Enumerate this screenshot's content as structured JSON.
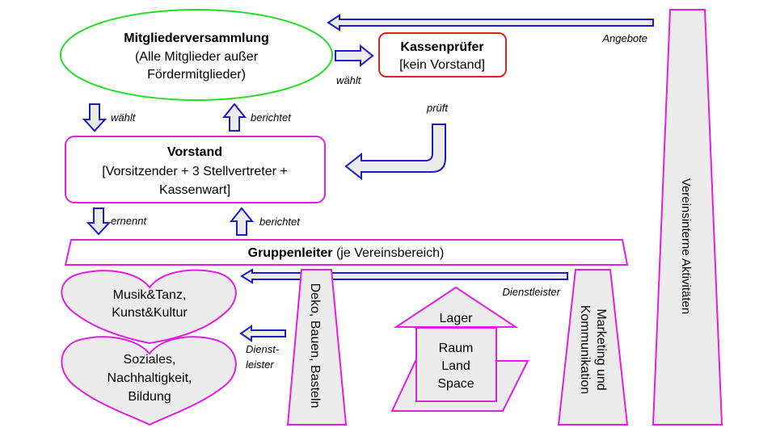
{
  "diagram": {
    "mitgliederversammlung": {
      "title": "Mitgliederversammlung",
      "line1": "(Alle Mitglieder außer",
      "line2": "Fördermitglieder)",
      "border_color": "#22dd22"
    },
    "kassenpruefer": {
      "title": "Kassenprüfer",
      "subtitle": "[kein Vorstand]",
      "border_color": "#dd2222"
    },
    "vorstand": {
      "title": "Vorstand",
      "line1": "[Vorsitzender + 3 Stellvertreter +",
      "line2": "Kassenwart]",
      "border_color": "#e020e0"
    },
    "gruppenleiter": {
      "title": "Gruppenleiter",
      "suffix": " (je Vereinsbereich)"
    },
    "hearts": [
      {
        "line1": "Musik&Tanz,",
        "line2": "Kunst&Kultur"
      },
      {
        "line1": "Soziales,",
        "line2": "Nachhaltigkeit,",
        "line3": "Bildung"
      }
    ],
    "deko": {
      "label": "Deko, Bauen, Basteln"
    },
    "house": {
      "roof": "Lager",
      "line1": "Raum",
      "line2": "Land",
      "line3": "Space"
    },
    "marketing": {
      "line1": "Marketing und",
      "line2": "Kommunikation"
    },
    "vereinsintern": {
      "label": "Vereinsinterne Aktivitäten"
    },
    "arrow_labels": {
      "angebote": "Angebote",
      "waehlt_kassenpruefer": "wählt",
      "waehlt_vorstand": "wählt",
      "berichtet_vorstand": "berichtet",
      "prueft": "prüft",
      "ernennt": "ernennt",
      "berichtet_gruppenleiter": "berichtet",
      "dienstleister_top": "Dienstleister",
      "dienstleister_left_1": "Dienst-",
      "dienstleister_left_2": "leister"
    },
    "colors": {
      "arrow_stroke": "#1c1cc8",
      "shape_stroke": "#e020e0",
      "shape_fill": "#ececec"
    }
  }
}
